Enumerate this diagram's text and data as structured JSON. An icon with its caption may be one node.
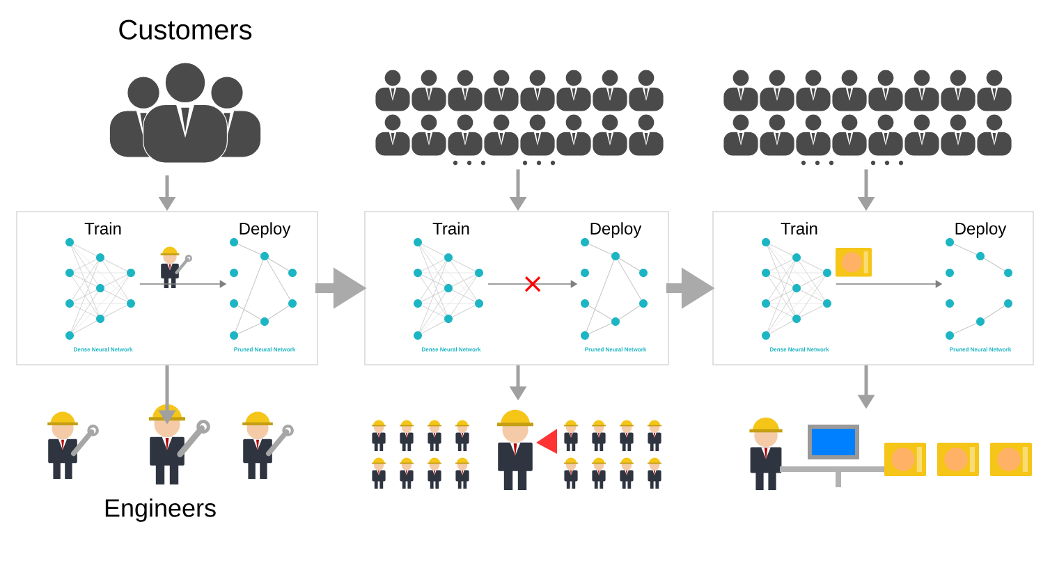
{
  "diagram": {
    "nodes": [
      {
        "text": [
          "Customers"
        ]
      },
      {
        "text": [],
        "shape": "picture"
      },
      {
        "text": [],
        "shape": "picture"
      },
      {
        "text": [],
        "shape": "box"
      },
      {
        "text": [
          "Train",
          "Dense Neural Network"
        ],
        "in": 3
      },
      {
        "text": [
          "Deploy",
          "Pruned Neural Network"
        ],
        "in": 3
      },
      {
        "text": [],
        "shape": "box"
      },
      {
        "text": [
          "Train",
          "Dense Neural Network"
        ],
        "in": 6
      },
      {
        "text": [
          "Deploy",
          "Pruned Neural Network"
        ],
        "in": 6
      },
      {
        "text": [],
        "shape": "box"
      },
      {
        "text": [
          "Train",
          "Dense Neural Network"
        ],
        "in": 9
      },
      {
        "text": [
          "Deploy",
          "Pruned Neural Network"
        ],
        "in": 9
      },
      {
        "text": [
          "Engineers"
        ]
      },
      {
        "text": [],
        "shape": "picture"
      },
      {
        "text": [],
        "shape": "picture"
      }
    ],
    "edges": [
      {
        "from": 0,
        "to": 3,
        "arrow": "to"
      },
      {
        "from": 1,
        "to": 6,
        "arrow": "to"
      },
      {
        "from": 2,
        "to": 9,
        "arrow": "to"
      },
      {
        "from": 4,
        "to": 5,
        "arrow": "to"
      },
      {
        "from": 3,
        "to": 6,
        "arrow": "to",
        "style": "thick"
      },
      {
        "from": 7,
        "to": 8,
        "arrow": "to"
      },
      {
        "from": 6,
        "to": 9,
        "arrow": "to",
        "style": "thick"
      },
      {
        "from": 10,
        "to": 11,
        "arrow": "to"
      },
      {
        "from": 3,
        "to": 12,
        "arrow": "to"
      },
      {
        "from": 6,
        "to": 13,
        "arrow": "to"
      },
      {
        "from": 9,
        "to": 14,
        "arrow": "to"
      }
    ]
  }
}
